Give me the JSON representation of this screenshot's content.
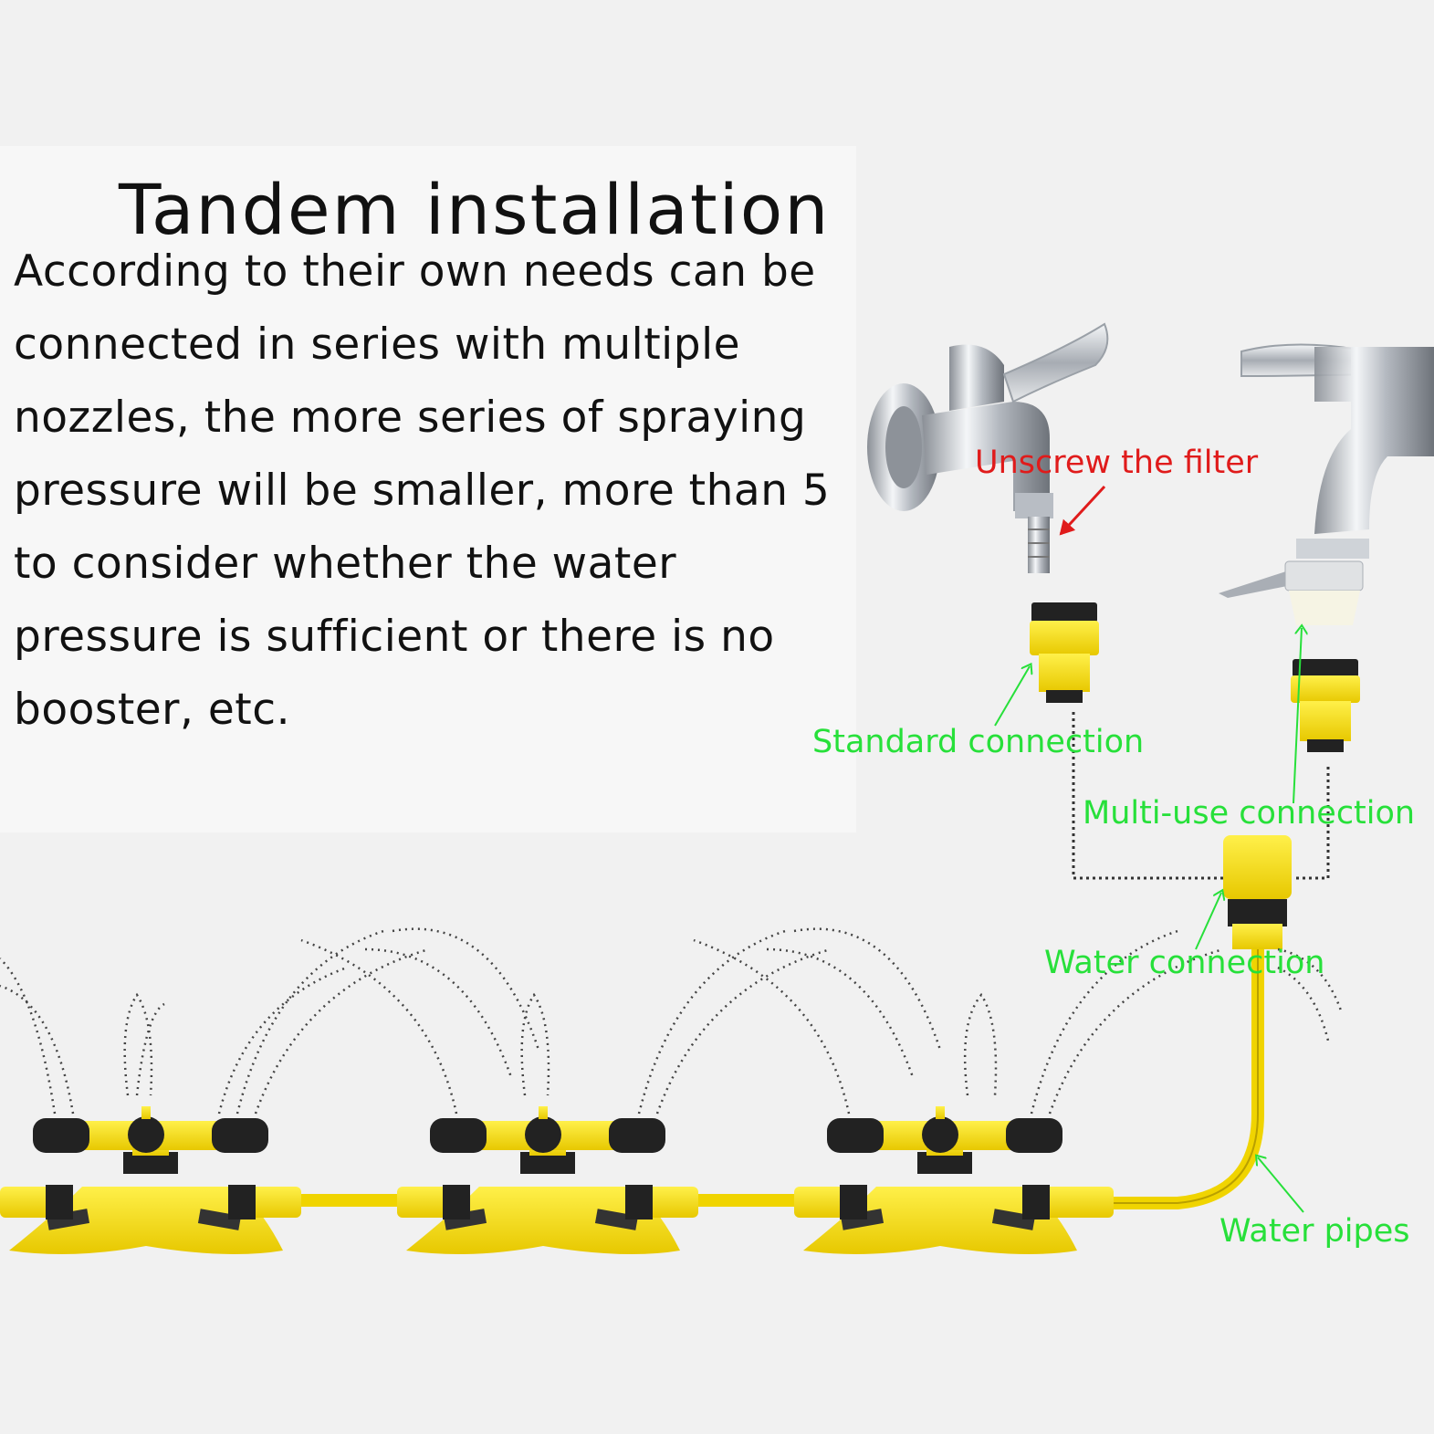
{
  "title": "Tandem installation",
  "body_lines": [
    "According to their own needs can be",
    "connected in series with multiple",
    "nozzles, the more series of spraying",
    "pressure will be smaller, more than 5",
    "to consider whether the water",
    "pressure is sufficient or there is no",
    "booster, etc."
  ],
  "labels": {
    "unscrew_filter": "Unscrew the filter",
    "standard_connection": "Standard connection",
    "multi_use_connection": "Multi-use connection",
    "water_connection": "Water connection",
    "water_pipes": "Water pipes"
  },
  "colors": {
    "label_red": "#e01b1b",
    "label_green": "#27e03a",
    "product_yellow": "#f5d800",
    "product_black": "#1e1e1e",
    "chrome": "#c8ccd2"
  },
  "icons": [
    "faucet-icon",
    "sprinkler-icon",
    "hose-connector-icon",
    "arrow-icon"
  ]
}
